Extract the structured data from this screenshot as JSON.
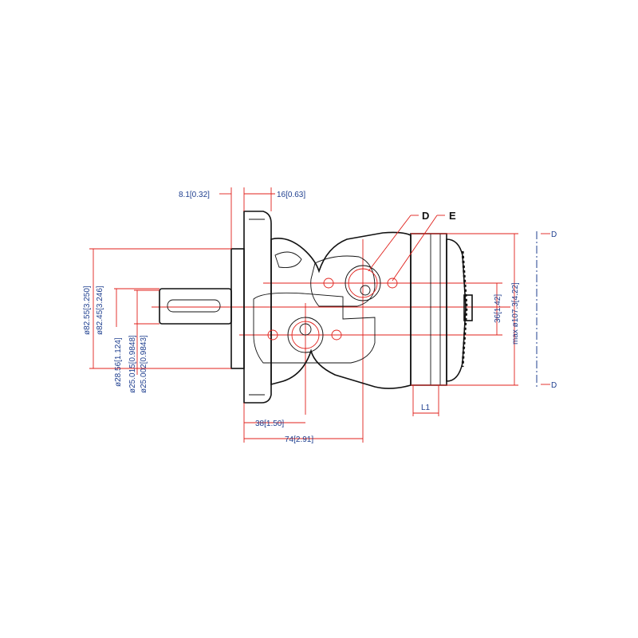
{
  "drawing": {
    "dimensions": {
      "flange_thickness": "8.1[0.32]",
      "hub_length": "16[0.63]",
      "pilot_dia_max": "ø82.55[3.250]",
      "pilot_dia_min": "ø82.45[3.246]",
      "shaft_key_height": "ø28.56[1.124]",
      "shaft_dia_max": "ø25.015[0.9848]",
      "shaft_dia_min": "ø25.002[0.9843]",
      "port_offset_1": "38[1.50]",
      "port_offset_2": "74[2.91]",
      "length_l1": "L1",
      "port_spacing": "36[1.42]",
      "max_diameter": "max ø107.3[4.22]"
    },
    "port_labels": {
      "d": "D",
      "e": "E"
    },
    "section_labels": {
      "top": "D",
      "bottom": "D"
    },
    "colors": {
      "dimension_line": "#e0201b",
      "dimension_text": "#1f3f8f",
      "outline": "#111111"
    }
  }
}
